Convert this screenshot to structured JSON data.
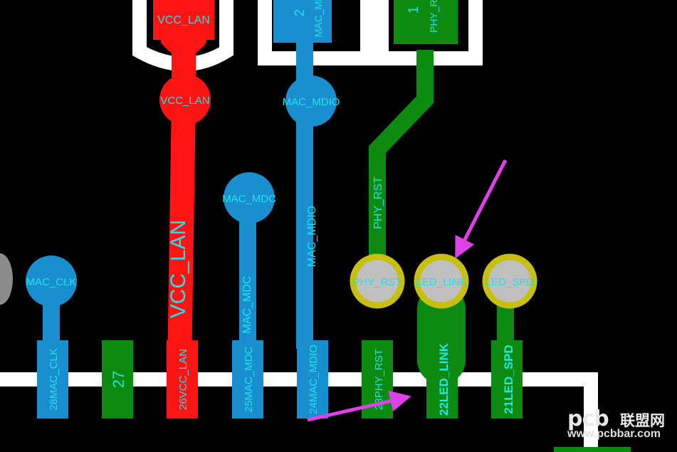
{
  "colors": {
    "background": "#000000",
    "outline": "#ffffff",
    "power_net": "#ff1414",
    "signal_net": "#1a8fd0",
    "green_net": "#0d8a10",
    "via_ring": "#c8c010",
    "label_text": "#22e0e8",
    "annotation_arrow": "#e040e8"
  },
  "top_pins": {
    "pin_vcc": {
      "net": "VCC_LAN",
      "number": ""
    },
    "pin_2": {
      "number": "2",
      "net": "MAC_MDI"
    },
    "pin_1": {
      "number": "1",
      "net": "PHY_RS"
    }
  },
  "vias": {
    "vcc_lan": "VCC_LAN",
    "mac_mdio": "MAC_MDIO",
    "mac_mdc": "MAC_MDC",
    "mac_clk": "MAC_CLK",
    "phy_rst": "PHY_RST",
    "led_link": "LED_LINK",
    "led_spd": "LED_SPD"
  },
  "traces": {
    "vcc_lan": "VCC_LAN",
    "mac_mdc": "MAC_MDC",
    "mac_mdio": "MAC_MDIO",
    "phy_rst": "PHY_RST"
  },
  "bottom_pads": {
    "p28": "28MAC_CLK",
    "p27": "27",
    "p26": "26VCC_LAN",
    "p25": "25MAC_MDC",
    "p24": "24MAC_MDIO",
    "p23": "23PHY_RST",
    "p22": "22LED_LINK",
    "p21": "21LED_SPD"
  },
  "watermark": {
    "logo": "pcb",
    "brand": "联盟网",
    "url": "www.pcbbar.com"
  }
}
